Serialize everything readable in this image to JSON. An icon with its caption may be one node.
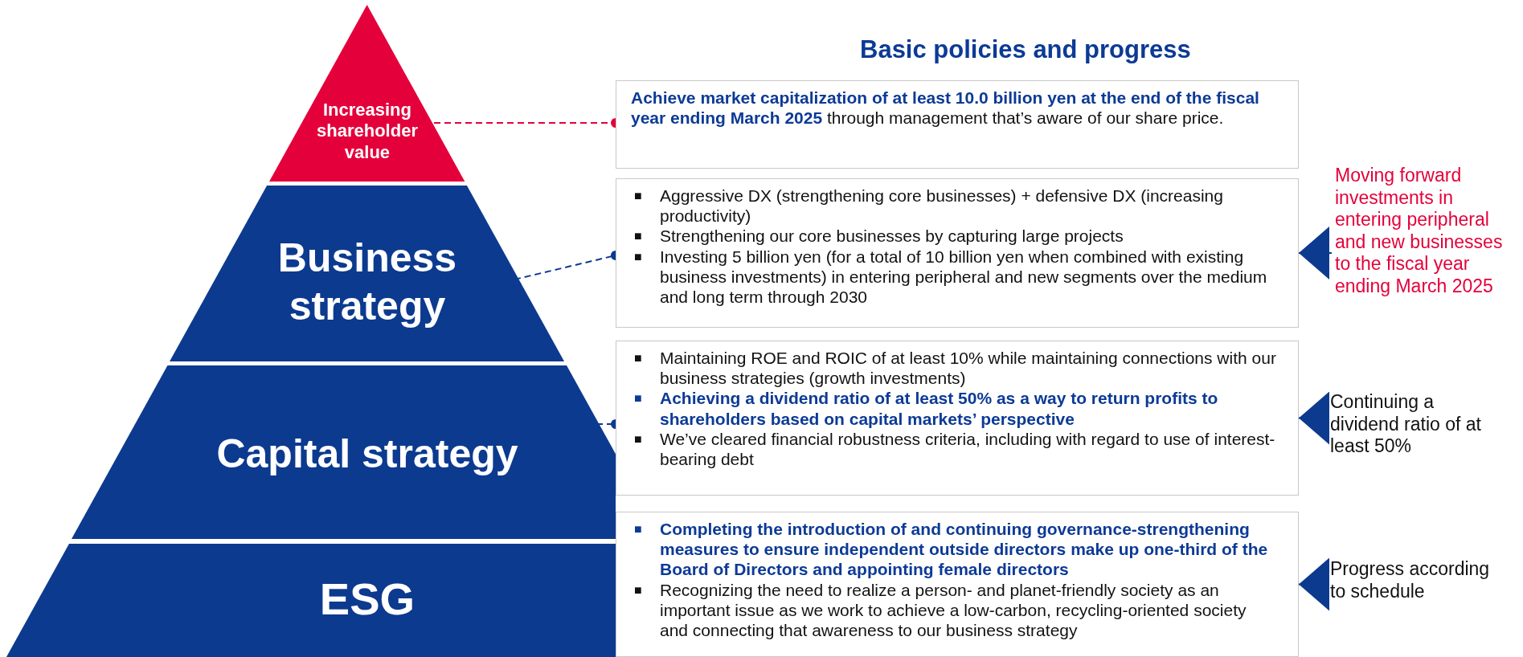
{
  "diagram": {
    "title": "Basic policies and progress",
    "nodes": [
      {
        "text": [
          "Increasing shareholder value"
        ]
      },
      {
        "text": [
          "Business strategy"
        ]
      },
      {
        "text": [
          "Capital strategy"
        ]
      },
      {
        "text": [
          "ESG"
        ]
      },
      {
        "text": [
          "**Achieve market capitalization of at least 10.0 billion yen at the end of the fiscal year ending March 2025** through management that’s aware of our share price."
        ]
      },
      {
        "text": [
          "■ Aggressive DX (strengthening core businesses) + defensive DX (increasing productivity)",
          "■ Strengthening our core businesses by capturing large projects",
          "■ Investing 5 billion yen (for a total of 10 billion yen when combined with existing business investments) in entering peripheral and new segments over the medium and long term through 2030"
        ]
      },
      {
        "text": [
          "■ Maintaining ROE and ROIC of at least 10% while maintaining connections with our business strategies (growth investments)",
          "■ Achieving a dividend ratio of at least 50% as a way to return profits to shareholders based on capital markets’ perspective",
          "■ We’ve cleared financial robustness criteria, including with regard to use of interest-bearing debt"
        ]
      },
      {
        "text": [
          "■ Completing the introduction of and continuing governance-strengthening measures to ensure independent outside directors make up one-third of the Board of Directors and appointing female directors",
          "■ Recognizing the need to realize a person- and planet-friendly society as an important issue as we work to achieve a low-carbon, recycling-oriented society and connecting that awareness to our business strategy"
        ]
      },
      {
        "text": [
          "Moving forward investments in entering peripheral and new businesses to the fiscal year ending March 2025"
        ]
      },
      {
        "text": [
          "Continuing a dividend ratio of at least 50%"
        ]
      },
      {
        "text": [
          "Progress according to schedule"
        ]
      }
    ],
    "edges": [
      {
        "from": 0,
        "to": 4,
        "arrow": "other",
        "style": "dashed",
        "color": "#e4003a"
      },
      {
        "from": 1,
        "to": 5,
        "arrow": "other",
        "style": "dashed"
      },
      {
        "from": 2,
        "to": 6,
        "arrow": "other",
        "style": "dashed"
      },
      {
        "from": 8,
        "to": 5,
        "arrow": "to"
      },
      {
        "from": 9,
        "to": 6,
        "arrow": "to"
      },
      {
        "from": 10,
        "to": 7,
        "arrow": "to"
      }
    ]
  }
}
